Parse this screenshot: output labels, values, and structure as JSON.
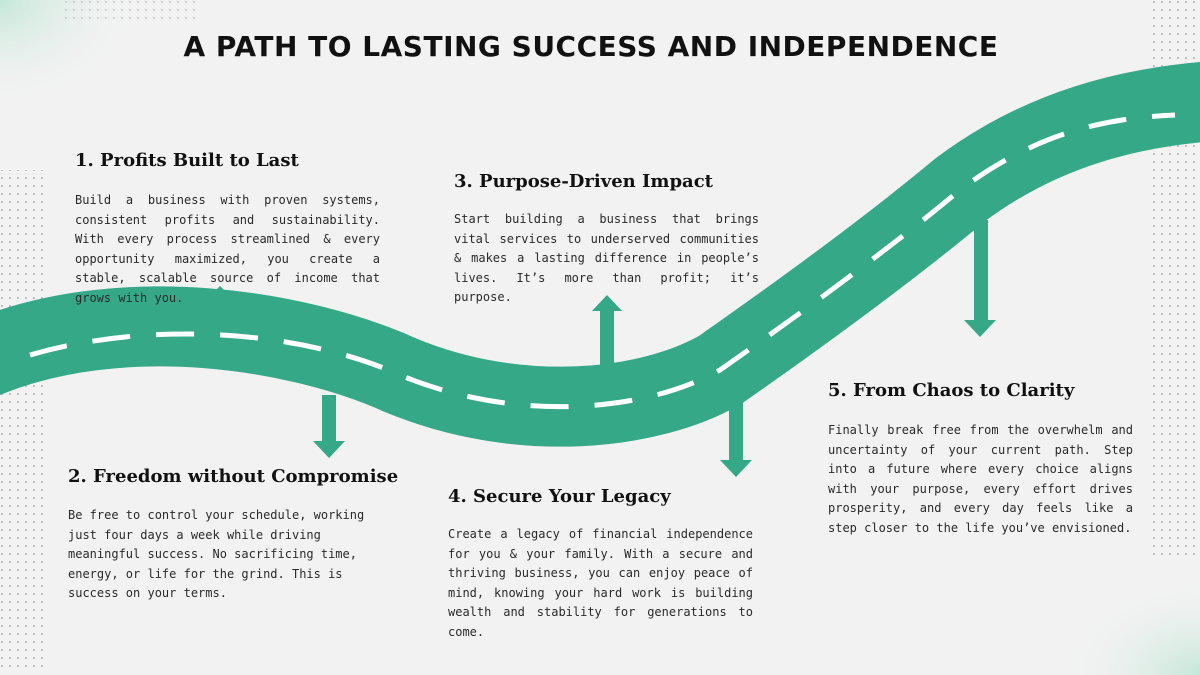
{
  "title": "A PATH TO LASTING SUCCESS AND INDEPENDENCE",
  "colors": {
    "road": "#35a887",
    "road_dash": "#ffffff",
    "background": "#f2f2f2",
    "dots": "#9a9a9a"
  },
  "steps": [
    {
      "title": "1. Profits Built to Last",
      "body": "Build a business with proven systems, consistent profits and sustainability. With every process streamlined & every opportunity maximized, you create a stable, scalable source of income that grows with you.",
      "arrow": "up-arrow"
    },
    {
      "title": "2. Freedom without Compromise",
      "body": "Be free to control your schedule, working just four days a week while driving meaningful  success. No sacrificing time, energy, or life for the grind. This is success on your terms.",
      "arrow": "down-arrow"
    },
    {
      "title": "3. Purpose-Driven Impact",
      "body": "Start building a business that brings vital services to underserved communities & makes a lasting difference in people’s lives. It’s more than profit; it’s purpose.",
      "arrow": "up-arrow"
    },
    {
      "title": "4. Secure Your Legacy",
      "body": "Create a legacy of financial independence for you & your family. With a secure and thriving business, you can enjoy peace of mind, knowing your hard work is building wealth and stability for generations to come.",
      "arrow": "down-arrow"
    },
    {
      "title": "5. From Chaos to Clarity",
      "body": "Finally break free from the overwhelm and uncertainty of your current path. Step into a future where every choice aligns with your purpose, every effort drives prosperity, and every day feels like a step closer to the life you’ve envisioned.",
      "arrow": "down-arrow"
    }
  ]
}
